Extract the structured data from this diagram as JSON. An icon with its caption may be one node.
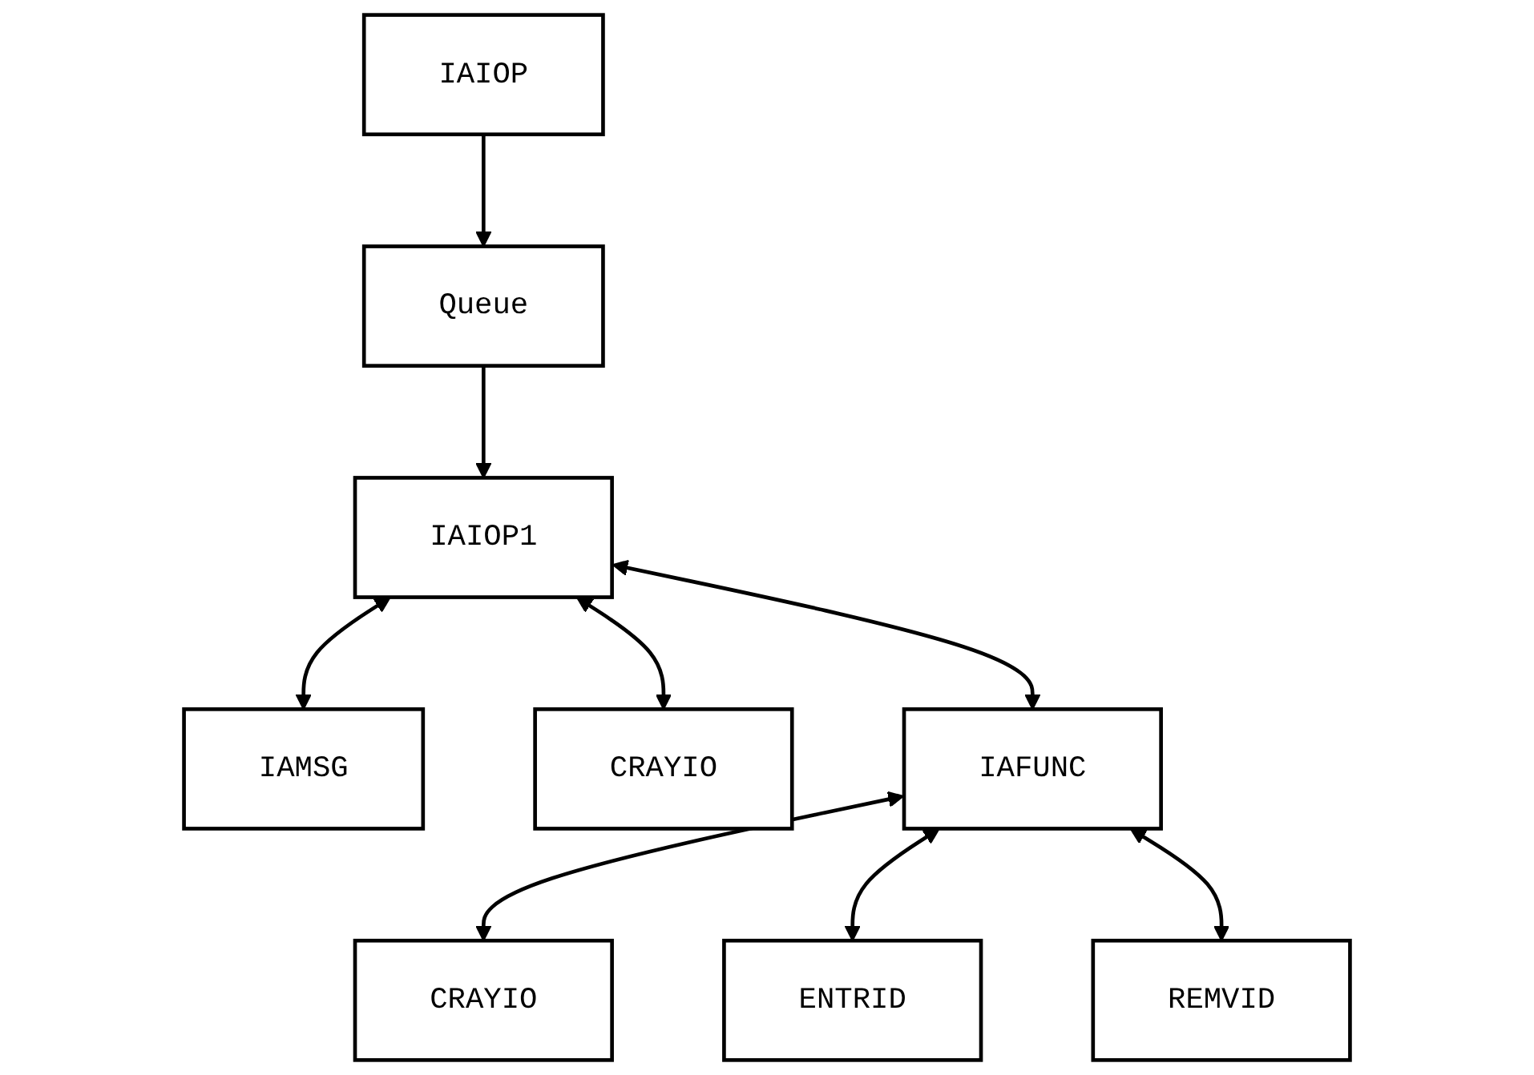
{
  "diagram": {
    "nodes": [
      {
        "text": [
          "IAIOP"
        ]
      },
      {
        "text": [
          "Queue"
        ]
      },
      {
        "text": [
          "IAIOP1"
        ]
      },
      {
        "text": [
          "IAMSG"
        ]
      },
      {
        "text": [
          "CRAYIO"
        ]
      },
      {
        "text": [
          "IAFUNC"
        ]
      },
      {
        "text": [
          "CRAYIO"
        ]
      },
      {
        "text": [
          "ENTRID"
        ]
      },
      {
        "text": [
          "REMVID"
        ]
      }
    ],
    "edges": [
      {
        "from": 0,
        "to": 1,
        "arrow": "to"
      },
      {
        "from": 1,
        "to": 2,
        "arrow": "to"
      },
      {
        "from": 2,
        "to": 3,
        "arrow": "both"
      },
      {
        "from": 2,
        "to": 4,
        "arrow": "both"
      },
      {
        "from": 2,
        "to": 5,
        "arrow": "both"
      },
      {
        "from": 5,
        "to": 6,
        "arrow": "both"
      },
      {
        "from": 5,
        "to": 7,
        "arrow": "both"
      },
      {
        "from": 5,
        "to": 8,
        "arrow": "both"
      }
    ]
  }
}
